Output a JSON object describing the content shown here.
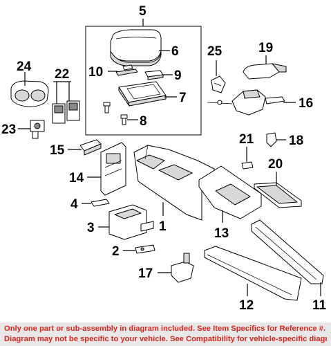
{
  "diagram": {
    "callouts": {
      "c1": "1",
      "c2": "2",
      "c3": "3",
      "c4": "4",
      "c5": "5",
      "c6": "6",
      "c7": "7",
      "c8": "8",
      "c9": "9",
      "c10": "10",
      "c11": "11",
      "c12": "12",
      "c13": "13",
      "c14": "14",
      "c15": "15",
      "c16": "16",
      "c17": "17",
      "c18": "18",
      "c19": "19",
      "c20": "20",
      "c21": "21",
      "c22": "22",
      "c23": "23",
      "c24": "24",
      "c25": "25"
    }
  },
  "footer": {
    "line1": "Only one part or sub-assembly in diagram included. See Item Specifics for Reference #.",
    "line2": "Diagram may not be specific to your vehicle. See Compatibility for vehicle-specific diagrams.",
    "background": "#e8e8e8",
    "text_color": "#d9241c"
  }
}
